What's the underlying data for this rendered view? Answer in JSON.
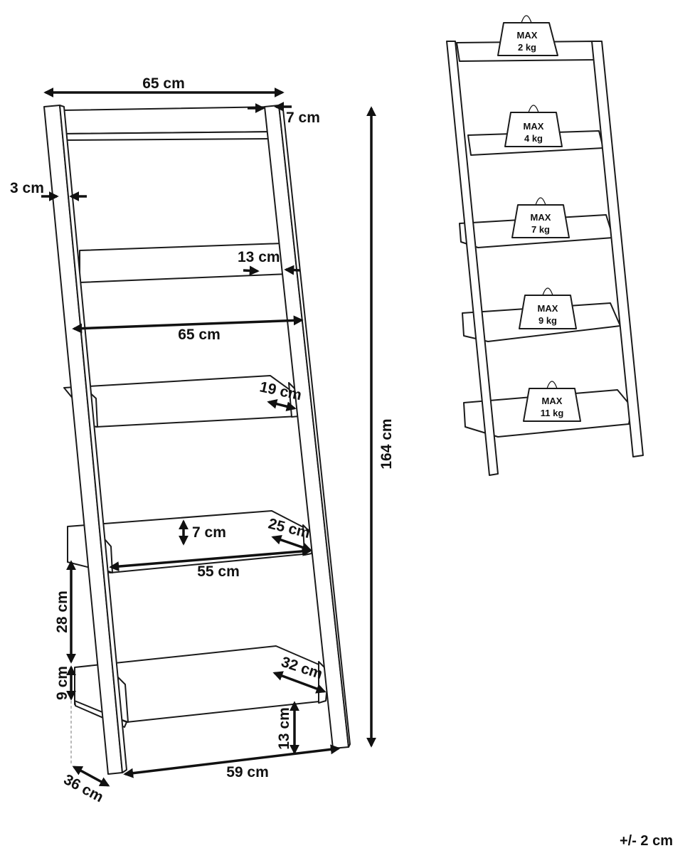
{
  "dimensions": {
    "top_width": "65 cm",
    "top_depth": "7 cm",
    "rail_thickness": "3 cm",
    "shelf2_depth": "13 cm",
    "shelf2_width": "65 cm",
    "shelf3_depth": "19 cm",
    "shelf4_height": "7 cm",
    "shelf4_depth": "25 cm",
    "shelf4_width": "55 cm",
    "shelf_spacing": "28 cm",
    "bottom_height": "9 cm",
    "shelf5_depth": "32 cm",
    "foot_height": "13 cm",
    "base_width": "59 cm",
    "base_depth": "36 cm",
    "total_height": "164 cm"
  },
  "loads": [
    {
      "label": "MAX",
      "value": "2 kg"
    },
    {
      "label": "MAX",
      "value": "4 kg"
    },
    {
      "label": "MAX",
      "value": "7 kg"
    },
    {
      "label": "MAX",
      "value": "9 kg"
    },
    {
      "label": "MAX",
      "value": "11 kg"
    }
  ],
  "tolerance": "+/- 2 cm"
}
